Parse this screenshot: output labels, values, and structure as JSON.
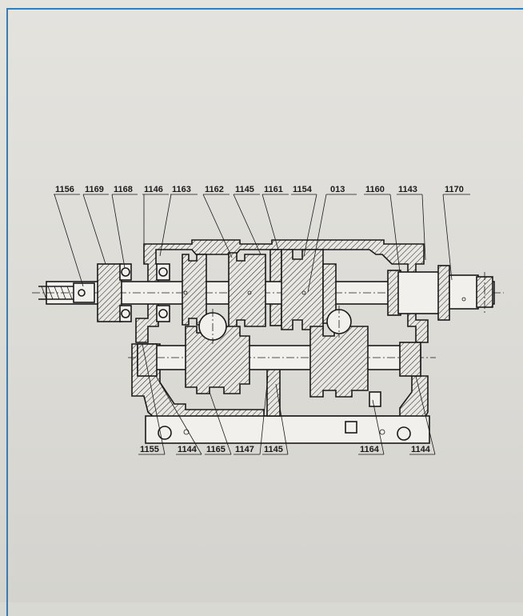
{
  "drawing": {
    "top_labels": [
      "1156",
      "1169",
      "1168",
      "1146",
      "1163",
      "1162",
      "1145",
      "1161",
      "1154",
      "013",
      "1160",
      "1143",
      "1170"
    ],
    "bottom_labels": [
      "1155",
      "1144",
      "1165",
      "1147",
      "1145",
      "1164",
      "1144"
    ]
  },
  "colors": {
    "frame_border": "#2f7fc0",
    "paper": "#dedcd7",
    "ink": "#1a1a1a"
  }
}
